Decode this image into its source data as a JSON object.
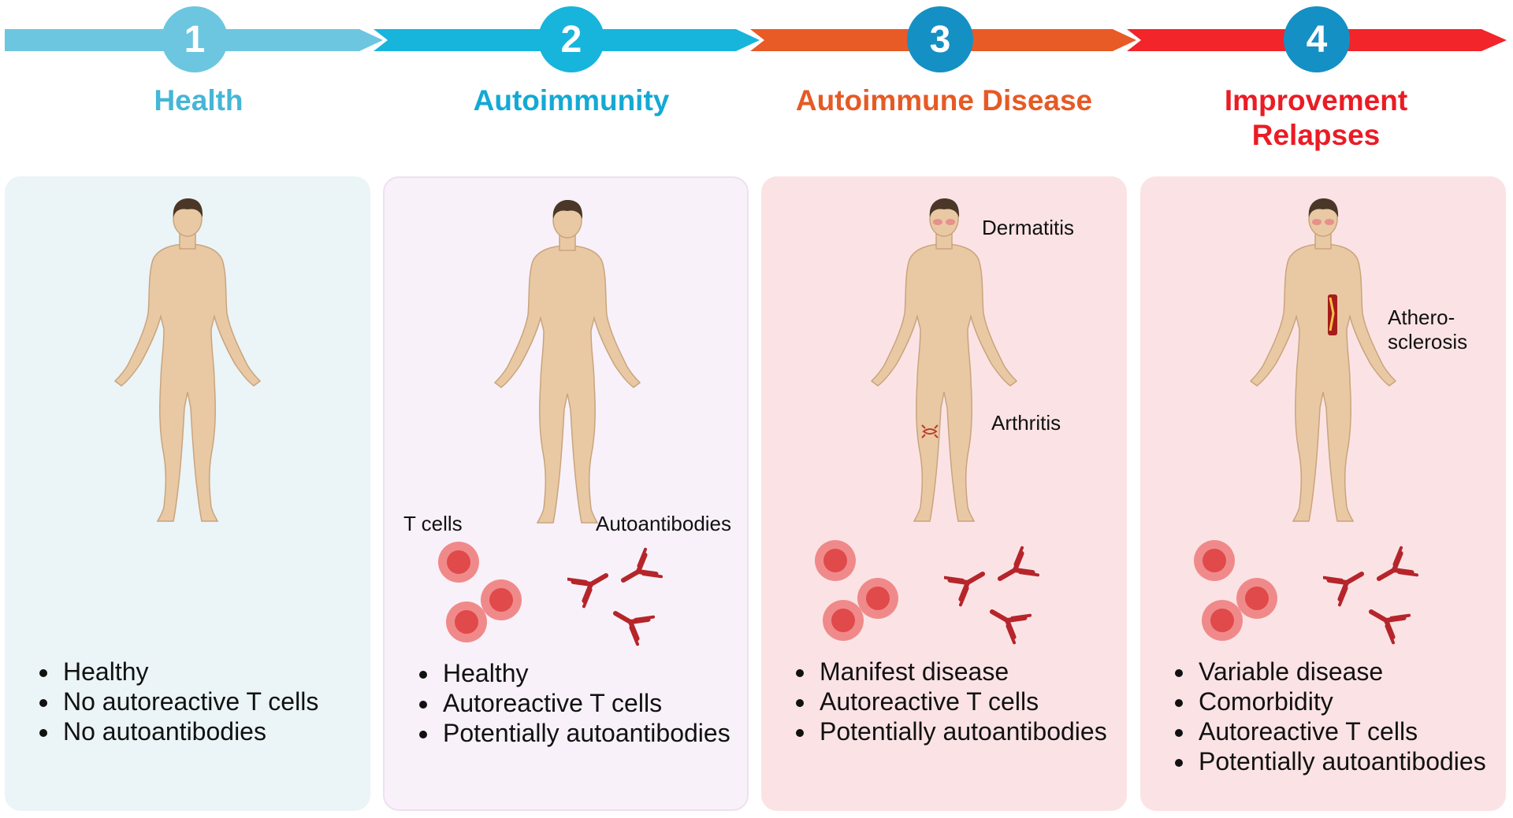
{
  "stages": [
    {
      "number": "1",
      "title": "Health",
      "title_lines": [
        "Health"
      ],
      "color": "#45b6d6",
      "arrow_color": "#6cc6e0",
      "panel_bg": "#ebf4f7",
      "bullets": [
        "Healthy",
        "No autoreactive T cells",
        "No autoantibodies"
      ],
      "show_cells": false,
      "disease_labels": []
    },
    {
      "number": "2",
      "title": "Autoimmunity",
      "title_lines": [
        "Autoimmunity"
      ],
      "color": "#14a9d4",
      "arrow_color": "#17b5dc",
      "panel_bg": "#f8f1f9",
      "bullets": [
        "Healthy",
        "Autoreactive T cells",
        "Potentially autoantibodies"
      ],
      "show_cells": true,
      "cell_labels": [
        "T cells",
        "Autoantibodies"
      ],
      "disease_labels": []
    },
    {
      "number": "3",
      "title": "Autoimmune Disease",
      "title_lines": [
        "Autoimmune Disease"
      ],
      "color": "#e65a25",
      "arrow_color": "#e85a26",
      "panel_bg": "#fbe3e5",
      "bullets": [
        "Manifest disease",
        "Autoreactive T cells",
        "Potentially autoantibodies"
      ],
      "show_cells": true,
      "cell_labels": [],
      "disease_labels": [
        "Dermatitis",
        "Arthritis"
      ]
    },
    {
      "number": "4",
      "title": "Improvement Relapses",
      "title_lines": [
        "Improvement",
        "Relapses"
      ],
      "color": "#ea1c24",
      "arrow_color": "#f1252a",
      "panel_bg": "#fbe3e5",
      "bullets": [
        "Variable disease",
        "Comorbidity",
        "Autoreactive T cells",
        "Potentially autoantibodies"
      ],
      "show_cells": true,
      "cell_labels": [],
      "disease_labels": [
        "Athero-\nsclerosis"
      ]
    }
  ],
  "circle_color": "#1590c4"
}
